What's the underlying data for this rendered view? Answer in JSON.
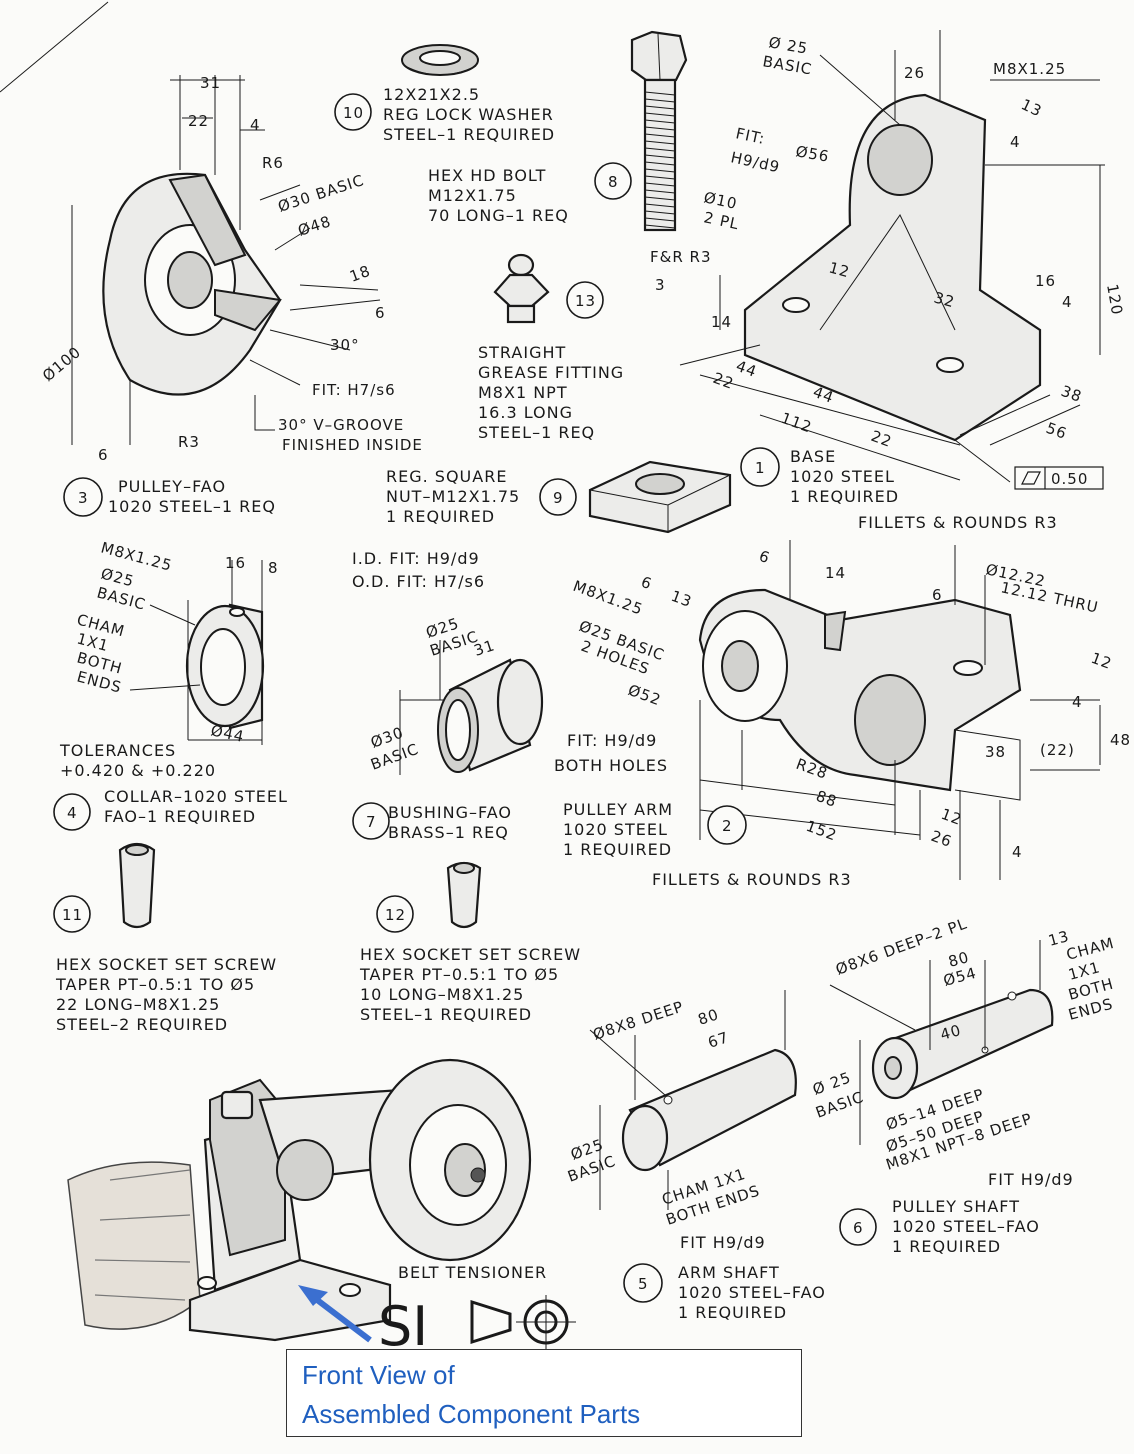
{
  "parts": [
    {
      "number": "1",
      "lines": [
        "BASE",
        "1020 STEEL",
        "1 REQUIRED"
      ]
    },
    {
      "number": "2",
      "lines": [
        "PULLEY ARM",
        "1020 STEEL",
        "1 REQUIRED"
      ]
    },
    {
      "number": "3",
      "lines": [
        "PULLEY–FAO",
        "1020 STEEL–1 REQ"
      ]
    },
    {
      "number": "4",
      "lines": [
        "COLLAR–1020 STEEL",
        "FAO–1 REQUIRED"
      ]
    },
    {
      "number": "5",
      "lines": [
        "ARM SHAFT",
        "1020 STEEL–FAO",
        "1 REQUIRED"
      ]
    },
    {
      "number": "6",
      "lines": [
        "PULLEY SHAFT",
        "1020 STEEL–FAO",
        "1 REQUIRED"
      ]
    },
    {
      "number": "7",
      "lines": [
        "BUSHING–FAO",
        "BRASS–1 REQ"
      ]
    },
    {
      "number": "8",
      "lines": [
        "HEX HD BOLT",
        "M12X1.75",
        "70 LONG–1 REQ"
      ]
    },
    {
      "number": "9",
      "lines": [
        "REG. SQUARE",
        "NUT–M12X1.75",
        "1 REQUIRED"
      ]
    },
    {
      "number": "10",
      "lines": [
        "12X21X2.5",
        "REG LOCK WASHER",
        "STEEL–1 REQUIRED"
      ]
    },
    {
      "number": "11",
      "lines": [
        "HEX SOCKET SET SCREW",
        "TAPER PT–0.5:1 TO Ø5",
        "22 LONG–M8X1.25",
        "STEEL–2 REQUIRED"
      ]
    },
    {
      "number": "12",
      "lines": [
        "HEX SOCKET SET SCREW",
        "TAPER PT–0.5:1 TO Ø5",
        "10 LONG–M8X1.25",
        "STEEL–1 REQUIRED"
      ]
    },
    {
      "number": "13",
      "lines": [
        "STRAIGHT",
        "GREASE FITTING",
        "M8X1 NPT",
        "16.3 LONG",
        "STEEL–1 REQ"
      ]
    }
  ],
  "dims": {
    "pulley": {
      "d31": "31",
      "d22": "22",
      "d4": "4",
      "r6": "R6",
      "d30b": "Ø30 BASIC",
      "d48": "Ø48",
      "d18": "18",
      "d6": "6",
      "a30": "30°",
      "d100": "Ø100",
      "fit": "FIT: H7/s6",
      "groove1": "30° V–GROOVE",
      "groove2": "FINISHED INSIDE",
      "r3": "R3",
      "d6b": "6"
    },
    "base": {
      "d25": "Ø 25",
      "basic": "BASIC",
      "d26": "26",
      "m8": "M8X1.25",
      "d13": "13",
      "fit1": "FIT:",
      "fit2": "H9/d9",
      "d56": "Ø56",
      "d4": "4",
      "d10": "Ø10",
      "pl": "2 PL",
      "fr": "F&R R3",
      "d3": "3",
      "d14": "14",
      "d12": "12",
      "d32": "32",
      "d16": "16",
      "d4b": "4",
      "d120": "120",
      "d44": "44",
      "d22": "22",
      "d44b": "44",
      "d112": "112",
      "d22b": "22",
      "d38": "38",
      "d56b": "56",
      "flat": "0.50",
      "fillets": "FILLETS & ROUNDS R3"
    },
    "collar": {
      "m8": "M8X1.25",
      "d25": "Ø25",
      "basic": "BASIC",
      "d16": "16",
      "d8": "8",
      "cham1": "CHAM",
      "cham2": "1X1",
      "cham3": "BOTH",
      "cham4": "ENDS",
      "d44": "Ø44",
      "tol1": "TOLERANCES",
      "tol2": "+0.420 & +0.220"
    },
    "bushing": {
      "fit1": "I.D. FIT: H9/d9",
      "fit2": "O.D. FIT: H7/s6",
      "d25": "Ø25",
      "basic": "BASIC",
      "d31": "31",
      "d30": "Ø30",
      "basic2": "BASIC"
    },
    "arm": {
      "d6": "6",
      "d6b": "6",
      "d13": "13",
      "d14": "14",
      "d6c": "6",
      "thru1": "Ø12.22",
      "thru2": "12.12 THRU",
      "m8": "M8X1.25",
      "d25": "Ø25 BASIC",
      "holes": "2 HOLES",
      "d52": "Ø52",
      "d12": "12",
      "d4": "4",
      "d48": "48",
      "d22": "(22)",
      "d38": "38",
      "r28": "R28",
      "d88": "88",
      "d152": "152",
      "d12b": "12",
      "d26": "26",
      "d4b": "4",
      "fit1": "FIT: H9/d9",
      "fit2": "BOTH HOLES",
      "fillets": "FILLETS & ROUNDS R3"
    },
    "armshaft": {
      "deep": "Ø8X8 DEEP",
      "d80": "80",
      "d67": "67",
      "d25": "Ø25",
      "basic": "BASIC",
      "cham1": "CHAM 1X1",
      "cham2": "BOTH ENDS",
      "fit": "FIT H9/d9"
    },
    "pulleyshaft": {
      "deep": "Ø8X6 DEEP–2 PL",
      "d80": "80",
      "d54": "Ø54",
      "d13": "13",
      "cham1": "CHAM",
      "cham2": "1X1",
      "cham3": "BOTH",
      "cham4": "ENDS",
      "d40": "40",
      "d25": "Ø 25",
      "basic": "BASIC",
      "h1": "Ø5–14 DEEP",
      "h2": "Ø5–50 DEEP",
      "h3": "M8X1 NPT–8 DEEP",
      "fit": "FIT H9/d9"
    }
  },
  "assembly": {
    "title": "BELT TENSIONER",
    "si": "SI"
  },
  "caption": {
    "line1": "Front View of",
    "line2": "Assembled Component Parts"
  }
}
